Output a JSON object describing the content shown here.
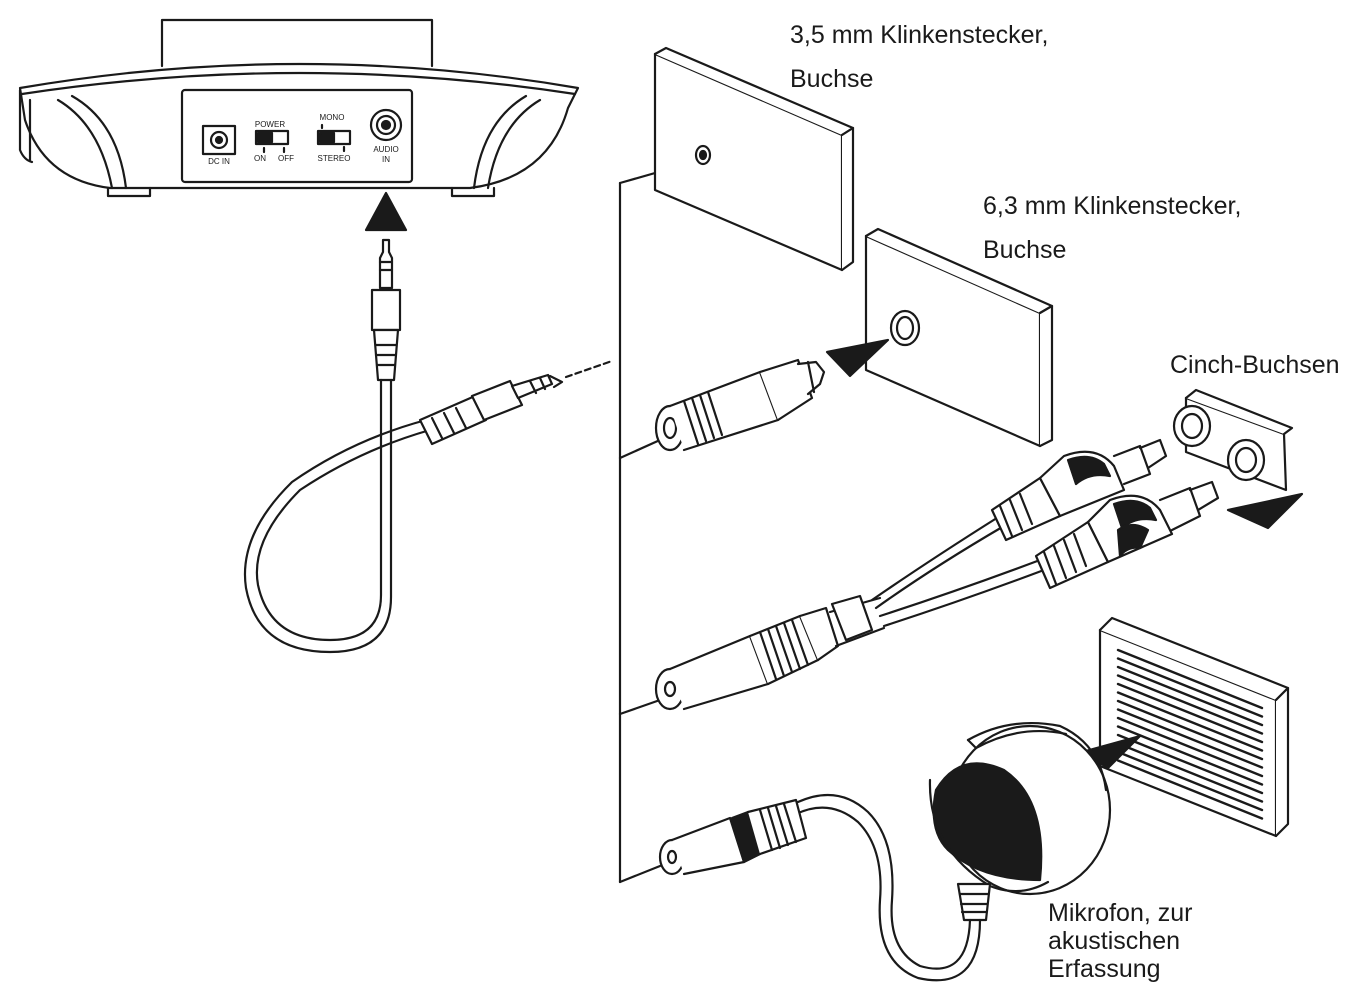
{
  "device": {
    "power_label": "POWER",
    "on_label": "ON",
    "off_label": "OFF",
    "mono_label": "MONO",
    "stereo_label": "STEREO",
    "dc_in_label": "DC IN",
    "audio_label": "AUDIO",
    "in_label": "IN"
  },
  "labels": {
    "jack_35": {
      "line1": "3,5 mm Klinkenstecker,",
      "line2": "Buchse"
    },
    "jack_63": {
      "line1": "6,3 mm Klinkenstecker,",
      "line2": "Buchse"
    },
    "cinch": {
      "line1": "Cinch-Buchsen"
    },
    "mic": {
      "line1": "Mikrofon, zur",
      "line2": "akustischen",
      "line3": "Erfassung"
    }
  }
}
